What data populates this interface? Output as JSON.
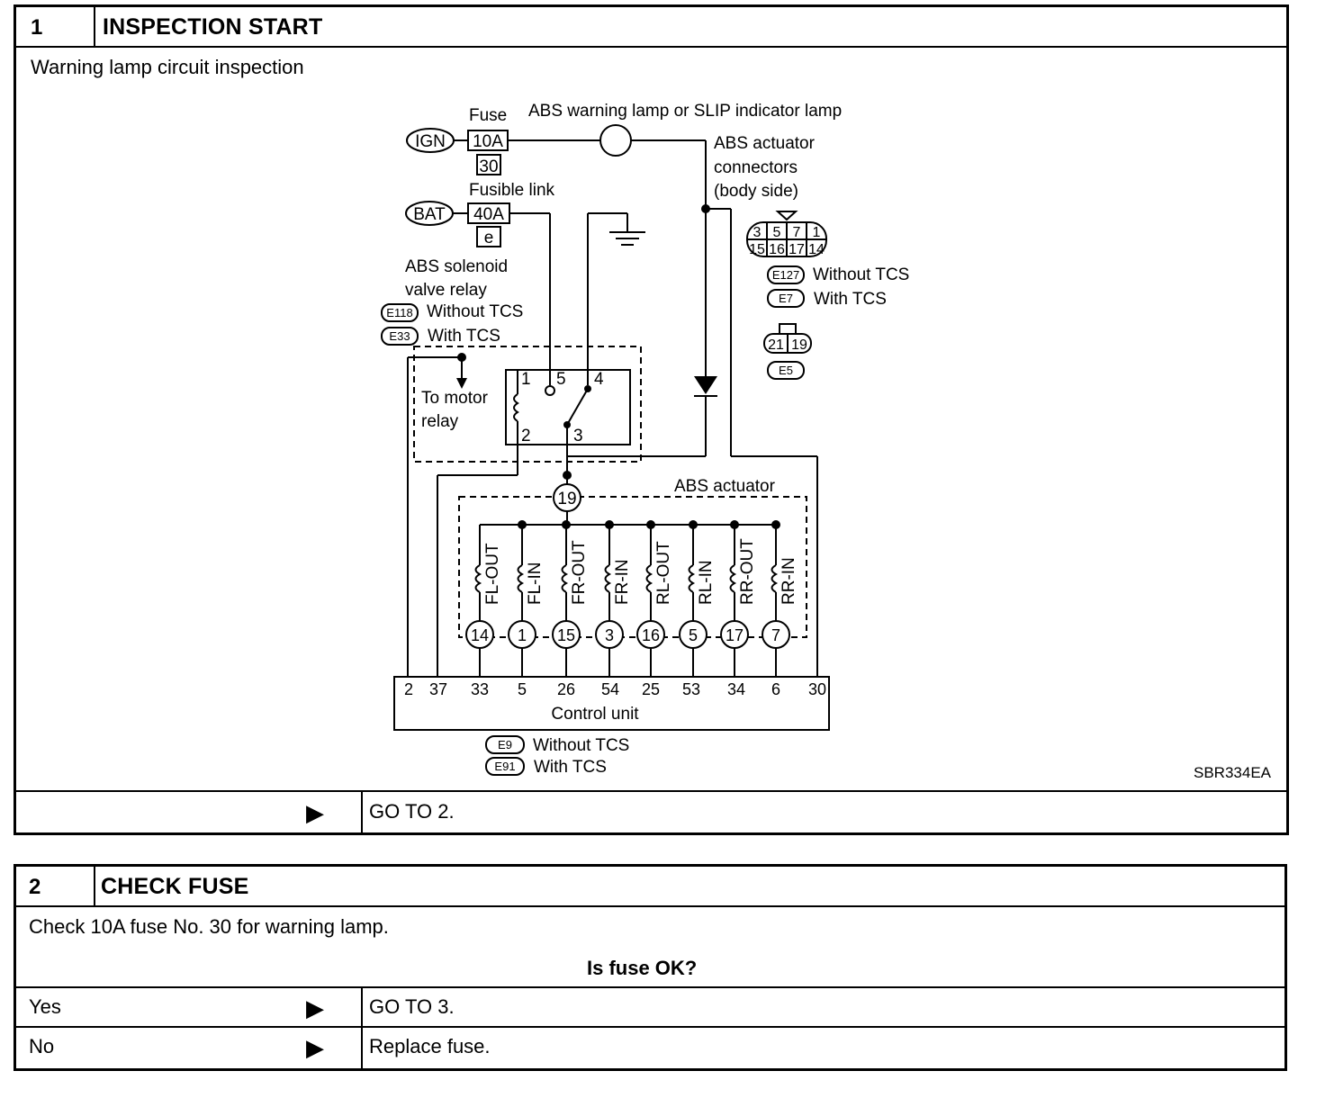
{
  "step1": {
    "number": "1",
    "title": "INSPECTION START",
    "description": "Warning lamp circuit inspection",
    "result": "GO TO 2.",
    "diagram": {
      "fuse_label": "Fuse",
      "lamp_label": "ABS warning lamp or SLIP indicator lamp",
      "ign": "IGN",
      "fuse_rating": "10A",
      "fuse_no": "30",
      "fusible_link_label": "Fusible link",
      "bat": "BAT",
      "link_rating": "40A",
      "link_code": "e",
      "actuator_conn_1": "ABS actuator",
      "actuator_conn_2": "connectors",
      "actuator_conn_3": "(body side)",
      "conn_top": [
        "3",
        "5",
        "7",
        "1"
      ],
      "conn_bottom": [
        "15",
        "16",
        "17",
        "14"
      ],
      "conn_e127": "E127",
      "without_tcs": "Without TCS",
      "conn_e7": "E7",
      "with_tcs": "With TCS",
      "conn_small_pins": [
        "21",
        "19"
      ],
      "conn_e5": "E5",
      "relay_label_1": "ABS solenoid",
      "relay_label_2": "valve relay",
      "conn_e118": "E118",
      "conn_e33": "E33",
      "to_motor_1": "To motor",
      "to_motor_2": "relay",
      "relay_pins": [
        "1",
        "5",
        "4",
        "2",
        "3"
      ],
      "node_19": "19",
      "abs_actuator": "ABS actuator",
      "valves": [
        "FL-OUT",
        "FL-IN",
        "FR-OUT",
        "FR-IN",
        "RL-OUT",
        "RL-IN",
        "RR-OUT",
        "RR-IN"
      ],
      "valve_pins": [
        "14",
        "1",
        "15",
        "3",
        "16",
        "5",
        "17",
        "7"
      ],
      "cu_pins": [
        "2",
        "37",
        "33",
        "5",
        "26",
        "54",
        "25",
        "53",
        "34",
        "6",
        "30"
      ],
      "control_unit": "Control unit",
      "conn_e9": "E9",
      "conn_e91": "E91",
      "figure_code": "SBR334EA"
    }
  },
  "step2": {
    "number": "2",
    "title": "CHECK FUSE",
    "description": "Check 10A fuse No. 30 for warning lamp.",
    "question": "Is fuse OK?",
    "yes_label": "Yes",
    "yes_result": "GO TO 3.",
    "no_label": "No",
    "no_result": "Replace fuse."
  },
  "arrow_glyph": "▶"
}
